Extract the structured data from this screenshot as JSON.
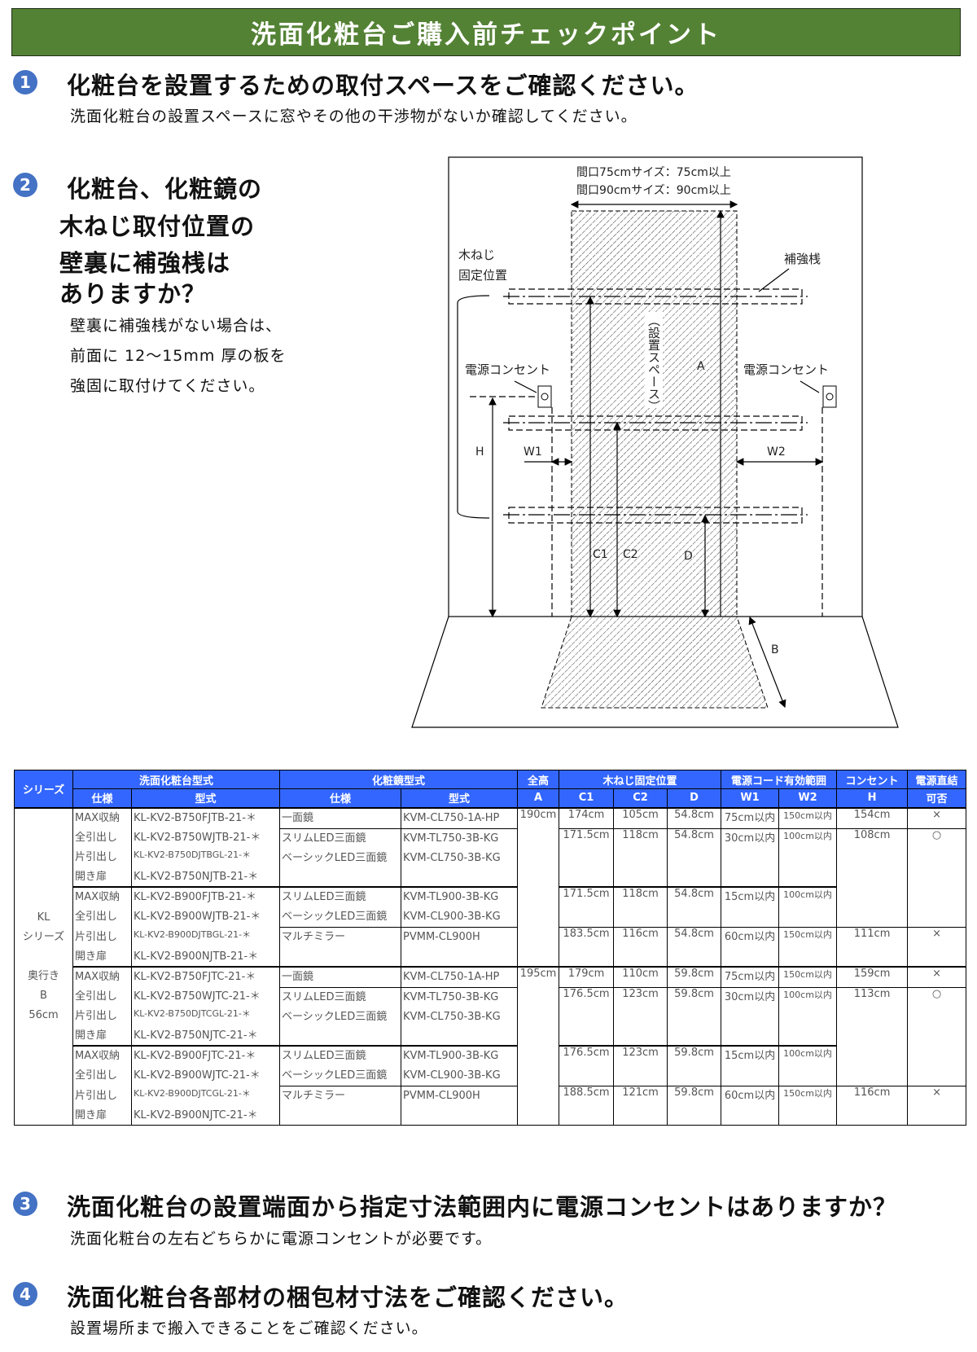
{
  "title": "洗面化粧台ご購入前チェックポイント",
  "colors": {
    "title_bg": "#548235",
    "badge": "#4472c4",
    "table_header": "#3366ff"
  },
  "sections": [
    {
      "badge": "1",
      "heading": [
        "化粧台を設置するための取付スペースをご確認ください。"
      ],
      "body": [
        "洗面化粧台の設置スペースに窓やその他の干渉物がないか確認してください。"
      ]
    },
    {
      "badge": "2",
      "heading": [
        "化粧台、化粧鏡の",
        "木ねじ取付位置の",
        "壁裏に補強桟は",
        "ありますか？"
      ],
      "body": [
        "壁裏に補強桟がない場合は、",
        "前面に 12～15mm 厚の板を",
        "強固に取付けてください。"
      ]
    },
    {
      "badge": "3",
      "heading": [
        "洗面化粧台の設置端面から指定寸法範囲内に電源コンセントはありますか？"
      ],
      "body": [
        "洗面化粧台の左右どちらかに電源コンセントが必要です。"
      ]
    },
    {
      "badge": "4",
      "heading": [
        "洗面化粧台各部材の梱包材寸法をご確認ください。"
      ],
      "body": [
        "設置場所まで搬入できることをご確認ください。"
      ]
    }
  ],
  "diagram": {
    "width_note_75": "間口75cmサイズ：75cm以上",
    "width_note_90": "間口90cmサイズ：90cm以上",
    "screw_label_1": "木ねじ",
    "screw_label_2": "固定位置",
    "reinforcement": "補強桟",
    "outlet_left": "電源コンセント",
    "outlet_right": "電源コンセント",
    "install_space": "（設置スペース）",
    "dims": {
      "A": "A",
      "B": "B",
      "C1": "C1",
      "C2": "C2",
      "D": "D",
      "H": "H",
      "W1": "W1",
      "W2": "W2"
    }
  },
  "table": {
    "header": {
      "series": "シリーズ",
      "vanity": "洗面化粧台型式",
      "mirror": "化粧鏡型式",
      "height_top": "全高",
      "height_bottom": "A",
      "screw": "木ねじ固定位置",
      "cord": "電源コード有効範囲",
      "outlet": "コンセント",
      "direct_top": "電源直結",
      "direct_bottom": "可否",
      "spec": "仕様",
      "model": "型式",
      "c1": "C1",
      "c2": "C2",
      "d": "D",
      "w1": "W1",
      "w2": "W2",
      "h": "H"
    },
    "series_label": [
      "KL",
      "シリーズ",
      "",
      "奥行き",
      "B",
      "56cm"
    ],
    "blocks": [
      {
        "total_height": "190cm",
        "outlets": [
          {
            "h": "154cm",
            "direct": "×",
            "rows": 1
          },
          {
            "h": "108cm",
            "direct": "○",
            "rows": 5
          },
          {
            "h": "111cm",
            "direct": "×",
            "rows": 2
          }
        ],
        "groups": [
          {
            "vanities": [
              [
                "MAX収納",
                "KL-KV2-B750FJTB-21-＊"
              ],
              [
                "全引出し",
                "KL-KV2-B750WJTB-21-＊"
              ],
              [
                "片引出し",
                "KL-KV2-B750DJTBGL-21-＊"
              ],
              [
                "開き扉",
                "KL-KV2-B750NJTB-21-＊"
              ]
            ],
            "mirrors": [
              {
                "rows": 1,
                "items": [
                  [
                    "一面鏡",
                    "KVM-CL750-1A-HP"
                  ]
                ],
                "c1": "174cm",
                "c2": "105cm",
                "d": "54.8cm",
                "w1": "75cm以内",
                "w2": "150cm以内"
              },
              {
                "rows": 3,
                "items": [
                  [
                    "スリムLED三面鏡",
                    "KVM-TL750-3B-KG"
                  ],
                  [
                    "ベーシックLED三面鏡",
                    "KVM-CL750-3B-KG"
                  ]
                ],
                "c1": "171.5cm",
                "c2": "118cm",
                "d": "54.8cm",
                "w1": "30cm以内",
                "w2": "100cm以内"
              }
            ]
          },
          {
            "vanities": [
              [
                "MAX収納",
                "KL-KV2-B900FJTB-21-＊"
              ],
              [
                "全引出し",
                "KL-KV2-B900WJTB-21-＊"
              ],
              [
                "片引出し",
                "KL-KV2-B900DJTBGL-21-＊"
              ],
              [
                "開き扉",
                "KL-KV2-B900NJTB-21-＊"
              ]
            ],
            "mirrors": [
              {
                "rows": 2,
                "items": [
                  [
                    "スリムLED三面鏡",
                    "KVM-TL900-3B-KG"
                  ],
                  [
                    "ベーシックLED三面鏡",
                    "KVM-CL900-3B-KG"
                  ]
                ],
                "c1": "171.5cm",
                "c2": "118cm",
                "d": "54.8cm",
                "w1": "15cm以内",
                "w2": "100cm以内"
              },
              {
                "rows": 2,
                "items": [
                  [
                    "マルチミラー",
                    "PVMM-CL900H"
                  ]
                ],
                "c1": "183.5cm",
                "c2": "116cm",
                "d": "54.8cm",
                "w1": "60cm以内",
                "w2": "150cm以内"
              }
            ]
          }
        ]
      },
      {
        "total_height": "195cm",
        "outlets": [
          {
            "h": "159cm",
            "direct": "×",
            "rows": 1
          },
          {
            "h": "113cm",
            "direct": "○",
            "rows": 5
          },
          {
            "h": "116cm",
            "direct": "×",
            "rows": 2
          }
        ],
        "groups": [
          {
            "vanities": [
              [
                "MAX収納",
                "KL-KV2-B750FJTC-21-＊"
              ],
              [
                "全引出し",
                "KL-KV2-B750WJTC-21-＊"
              ],
              [
                "片引出し",
                "KL-KV2-B750DJTCGL-21-＊"
              ],
              [
                "開き扉",
                "KL-KV2-B750NJTC-21-＊"
              ]
            ],
            "mirrors": [
              {
                "rows": 1,
                "items": [
                  [
                    "一面鏡",
                    "KVM-CL750-1A-HP"
                  ]
                ],
                "c1": "179cm",
                "c2": "110cm",
                "d": "59.8cm",
                "w1": "75cm以内",
                "w2": "150cm以内"
              },
              {
                "rows": 3,
                "items": [
                  [
                    "スリムLED三面鏡",
                    "KVM-TL750-3B-KG"
                  ],
                  [
                    "ベーシックLED三面鏡",
                    "KVM-CL750-3B-KG"
                  ]
                ],
                "c1": "176.5cm",
                "c2": "123cm",
                "d": "59.8cm",
                "w1": "30cm以内",
                "w2": "100cm以内"
              }
            ]
          },
          {
            "vanities": [
              [
                "MAX収納",
                "KL-KV2-B900FJTC-21-＊"
              ],
              [
                "全引出し",
                "KL-KV2-B900WJTC-21-＊"
              ],
              [
                "片引出し",
                "KL-KV2-B900DJTCGL-21-＊"
              ],
              [
                "開き扉",
                "KL-KV2-B900NJTC-21-＊"
              ]
            ],
            "mirrors": [
              {
                "rows": 2,
                "items": [
                  [
                    "スリムLED三面鏡",
                    "KVM-TL900-3B-KG"
                  ],
                  [
                    "ベーシックLED三面鏡",
                    "KVM-CL900-3B-KG"
                  ]
                ],
                "c1": "176.5cm",
                "c2": "123cm",
                "d": "59.8cm",
                "w1": "15cm以内",
                "w2": "100cm以内"
              },
              {
                "rows": 2,
                "items": [
                  [
                    "マルチミラー",
                    "PVMM-CL900H"
                  ]
                ],
                "c1": "188.5cm",
                "c2": "121cm",
                "d": "59.8cm",
                "w1": "60cm以内",
                "w2": "150cm以内"
              }
            ]
          }
        ]
      }
    ]
  }
}
